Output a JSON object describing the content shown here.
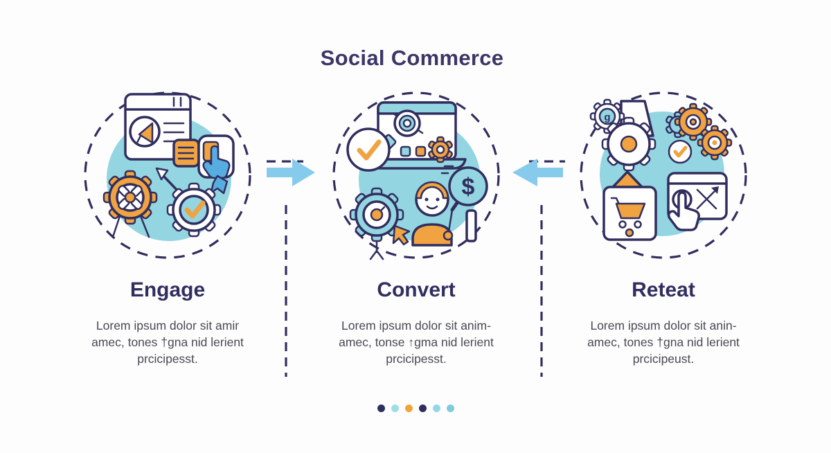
{
  "title": "Social Commerce",
  "steps": [
    {
      "id": "engage",
      "heading": "Engage",
      "body_lines": [
        "Lorem ipsum dolor sit amir",
        "amec, tones †gna nid lerient",
        "prcicipesst."
      ],
      "icons": [
        "browser-megaphone-icon",
        "ad-card-icon",
        "touch-hand-icon",
        "gear-cross-icon",
        "gear-check-arrow-icon"
      ]
    },
    {
      "id": "convert",
      "heading": "Convert",
      "body_lines": [
        "Lorem ipsum dolor sit anim-",
        "amec, tonse ↑gma nid lerient",
        "prcicipesst."
      ],
      "icons": [
        "laptop-target-icon",
        "check-circle-icon",
        "gear-gauge-cursor-icon",
        "person-icon",
        "dollar-magnifier-icon"
      ]
    },
    {
      "id": "reteat",
      "heading": "Reteat",
      "body_lines": [
        "Lorem ipsum dolor sit anin-",
        "amec, tones †gna nid lerient",
        "prcicipeust."
      ],
      "icons": [
        "gear-g-icon",
        "gear-duo-icon",
        "check-circle-icon",
        "cart-upload-icon",
        "browser-click-expand-icon"
      ]
    }
  ],
  "symbols": {
    "dollar": "$",
    "gear_letter": "g"
  },
  "connectors": [
    {
      "direction": "right"
    },
    {
      "direction": "left"
    }
  ],
  "pagination_dots": [
    "#312d5f",
    "#9ddfe3",
    "#f0a53c",
    "#312d5f",
    "#93d6ec",
    "#7fcbdb"
  ],
  "colors": {
    "navy": "#312e5f",
    "title": "#3b3666",
    "body_text": "#4a4854",
    "teal": "#93d5e1",
    "orange": "#f0a340",
    "arrow_blue": "#87cbec",
    "hand": "#58ade0",
    "background": "#fdfdfd"
  }
}
